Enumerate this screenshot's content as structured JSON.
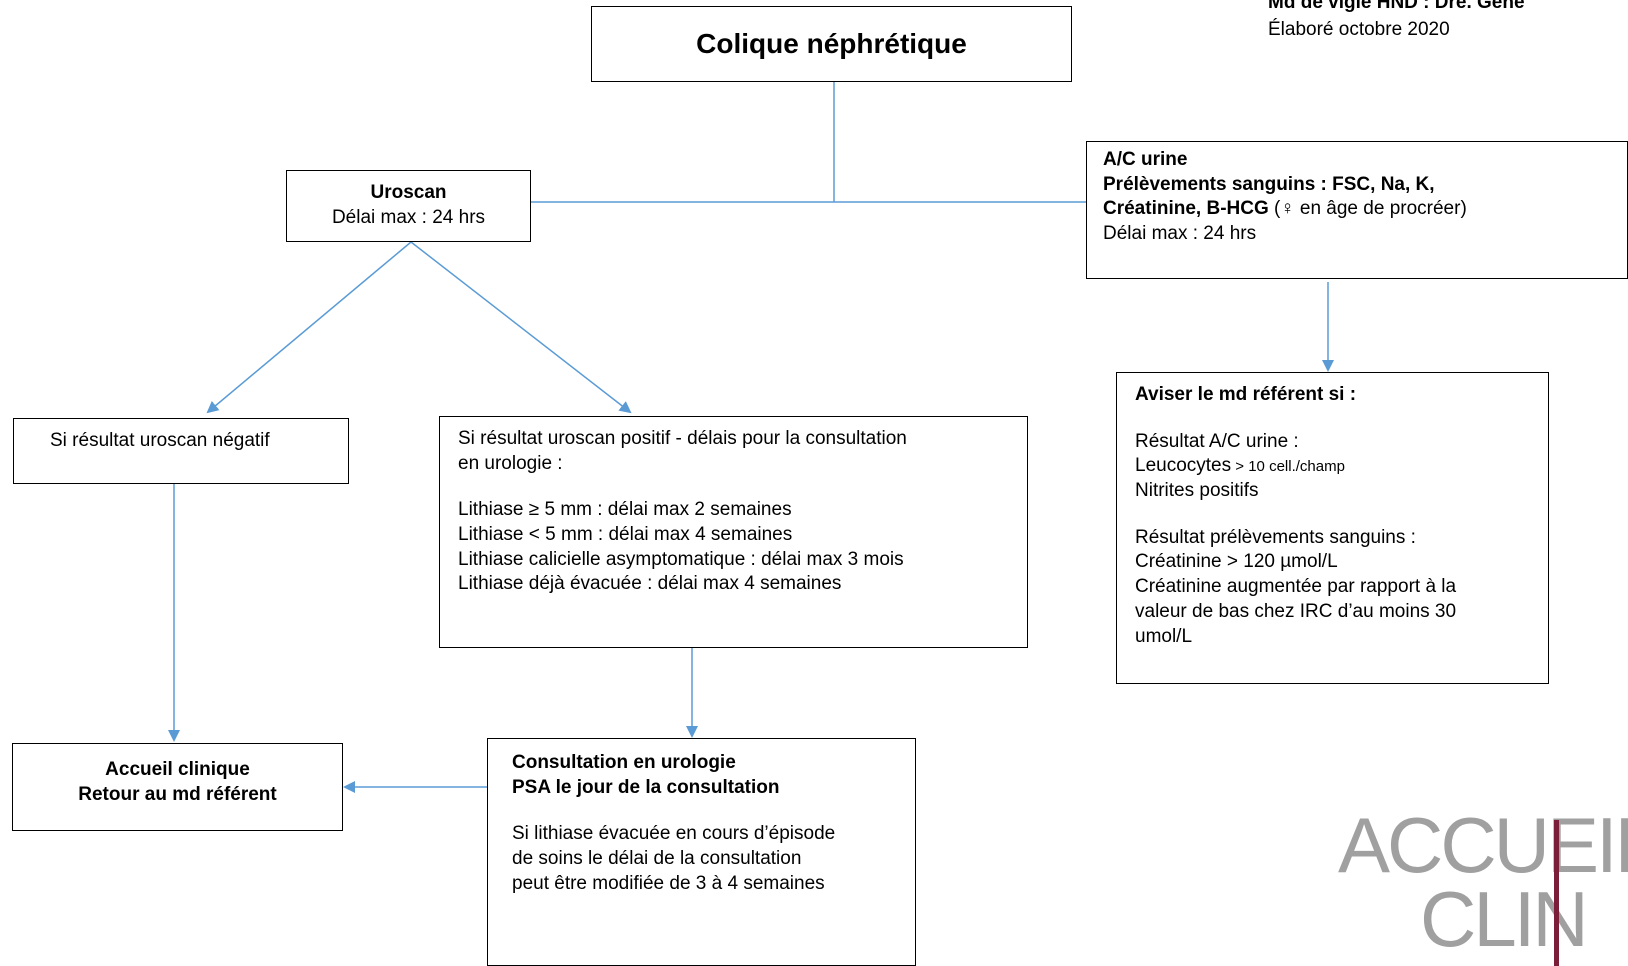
{
  "header": {
    "md_vigie": "Md de vigie HND : Dre. Gene",
    "elabore": "Élaboré octobre 2020"
  },
  "title": "Colique néphrétique",
  "uroscan": {
    "heading": "Uroscan",
    "delai": "Délai max : 24 hrs"
  },
  "ac_urine": {
    "line1": "A/C urine",
    "line2": "Prélèvements sanguins : FSC, Na, K,",
    "line3_bold": "Créatinine, B-HCG",
    "line3_rest": " (♀ en âge de procréer)",
    "line4": "Délai max : 24 hrs"
  },
  "aviser": {
    "heading": "Aviser le md référent si :",
    "urine_title": "Résultat A/C urine :",
    "leuco_main": "Leucocytes",
    "leuco_small": " > 10 cell./champ",
    "nitrites": "Nitrites positifs",
    "sang_title": "Résultat prélèvements sanguins :",
    "creat1": "Créatinine > 120 µmol/L",
    "creat2a": "Créatinine augmentée par rapport à la",
    "creat2b": "valeur de bas chez IRC d’au moins 30",
    "creat2c": "umol/L"
  },
  "negatif": "Si résultat uroscan négatif",
  "positif": {
    "intro1": "Si résultat uroscan positif - délais pour la consultation",
    "intro2": "en urologie :",
    "items": [
      "Lithiase ≥ 5 mm : délai max 2 semaines",
      "Lithiase < 5 mm : délai max 4 semaines",
      "Lithiase calicielle asymptomatique : délai max 3 mois",
      "Lithiase déjà évacuée : délai max 4 semaines"
    ]
  },
  "accueil": {
    "line1": "Accueil clinique",
    "line2": "Retour au md référent"
  },
  "consultation": {
    "line1": "Consultation en urologie",
    "line2": "PSA le jour de la consultation",
    "note1": "Si lithiase évacuée en cours d’épisode",
    "note2": "de soins le délai de la consultation",
    "note3": "peut être modifiée de 3 à 4 semaines"
  },
  "logo": {
    "line1": "ACCUEIL",
    "line2": "CLIN"
  },
  "colors": {
    "connector": "#5b9bd5",
    "logo_text": "#a0a0a0",
    "logo_bar": "#7b1e3a"
  }
}
